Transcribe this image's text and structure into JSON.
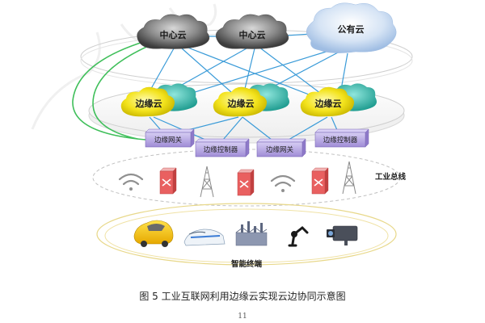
{
  "diagram": {
    "center_clouds": [
      {
        "label": "中心云"
      },
      {
        "label": "中心云"
      }
    ],
    "public_cloud": {
      "label": "公有云"
    },
    "edge_clouds": [
      {
        "label": "边缘云"
      },
      {
        "label": "边缘云"
      },
      {
        "label": "边缘云"
      }
    ],
    "edge_nodes": [
      {
        "label": "边缘网关"
      },
      {
        "label": "边缘控制器"
      },
      {
        "label": "边缘网关"
      },
      {
        "label": "边缘控制器"
      }
    ],
    "field_bus_label": "工业总线",
    "smart_terminal_label": "智能终端",
    "caption": "图 5    工业互联网利用边缘云实现云边协同示意图",
    "page_number": "11"
  },
  "colors": {
    "center_cloud": "#4a4a4a",
    "public_cloud": "#bcd3ee",
    "edge_cloud_yellow": "#f5e81c",
    "edge_cloud_teal": "#2bb3a5",
    "link_blue": "#3a9bd8",
    "link_green": "#3fbf5a",
    "node_purple": "#b7a6e0"
  }
}
